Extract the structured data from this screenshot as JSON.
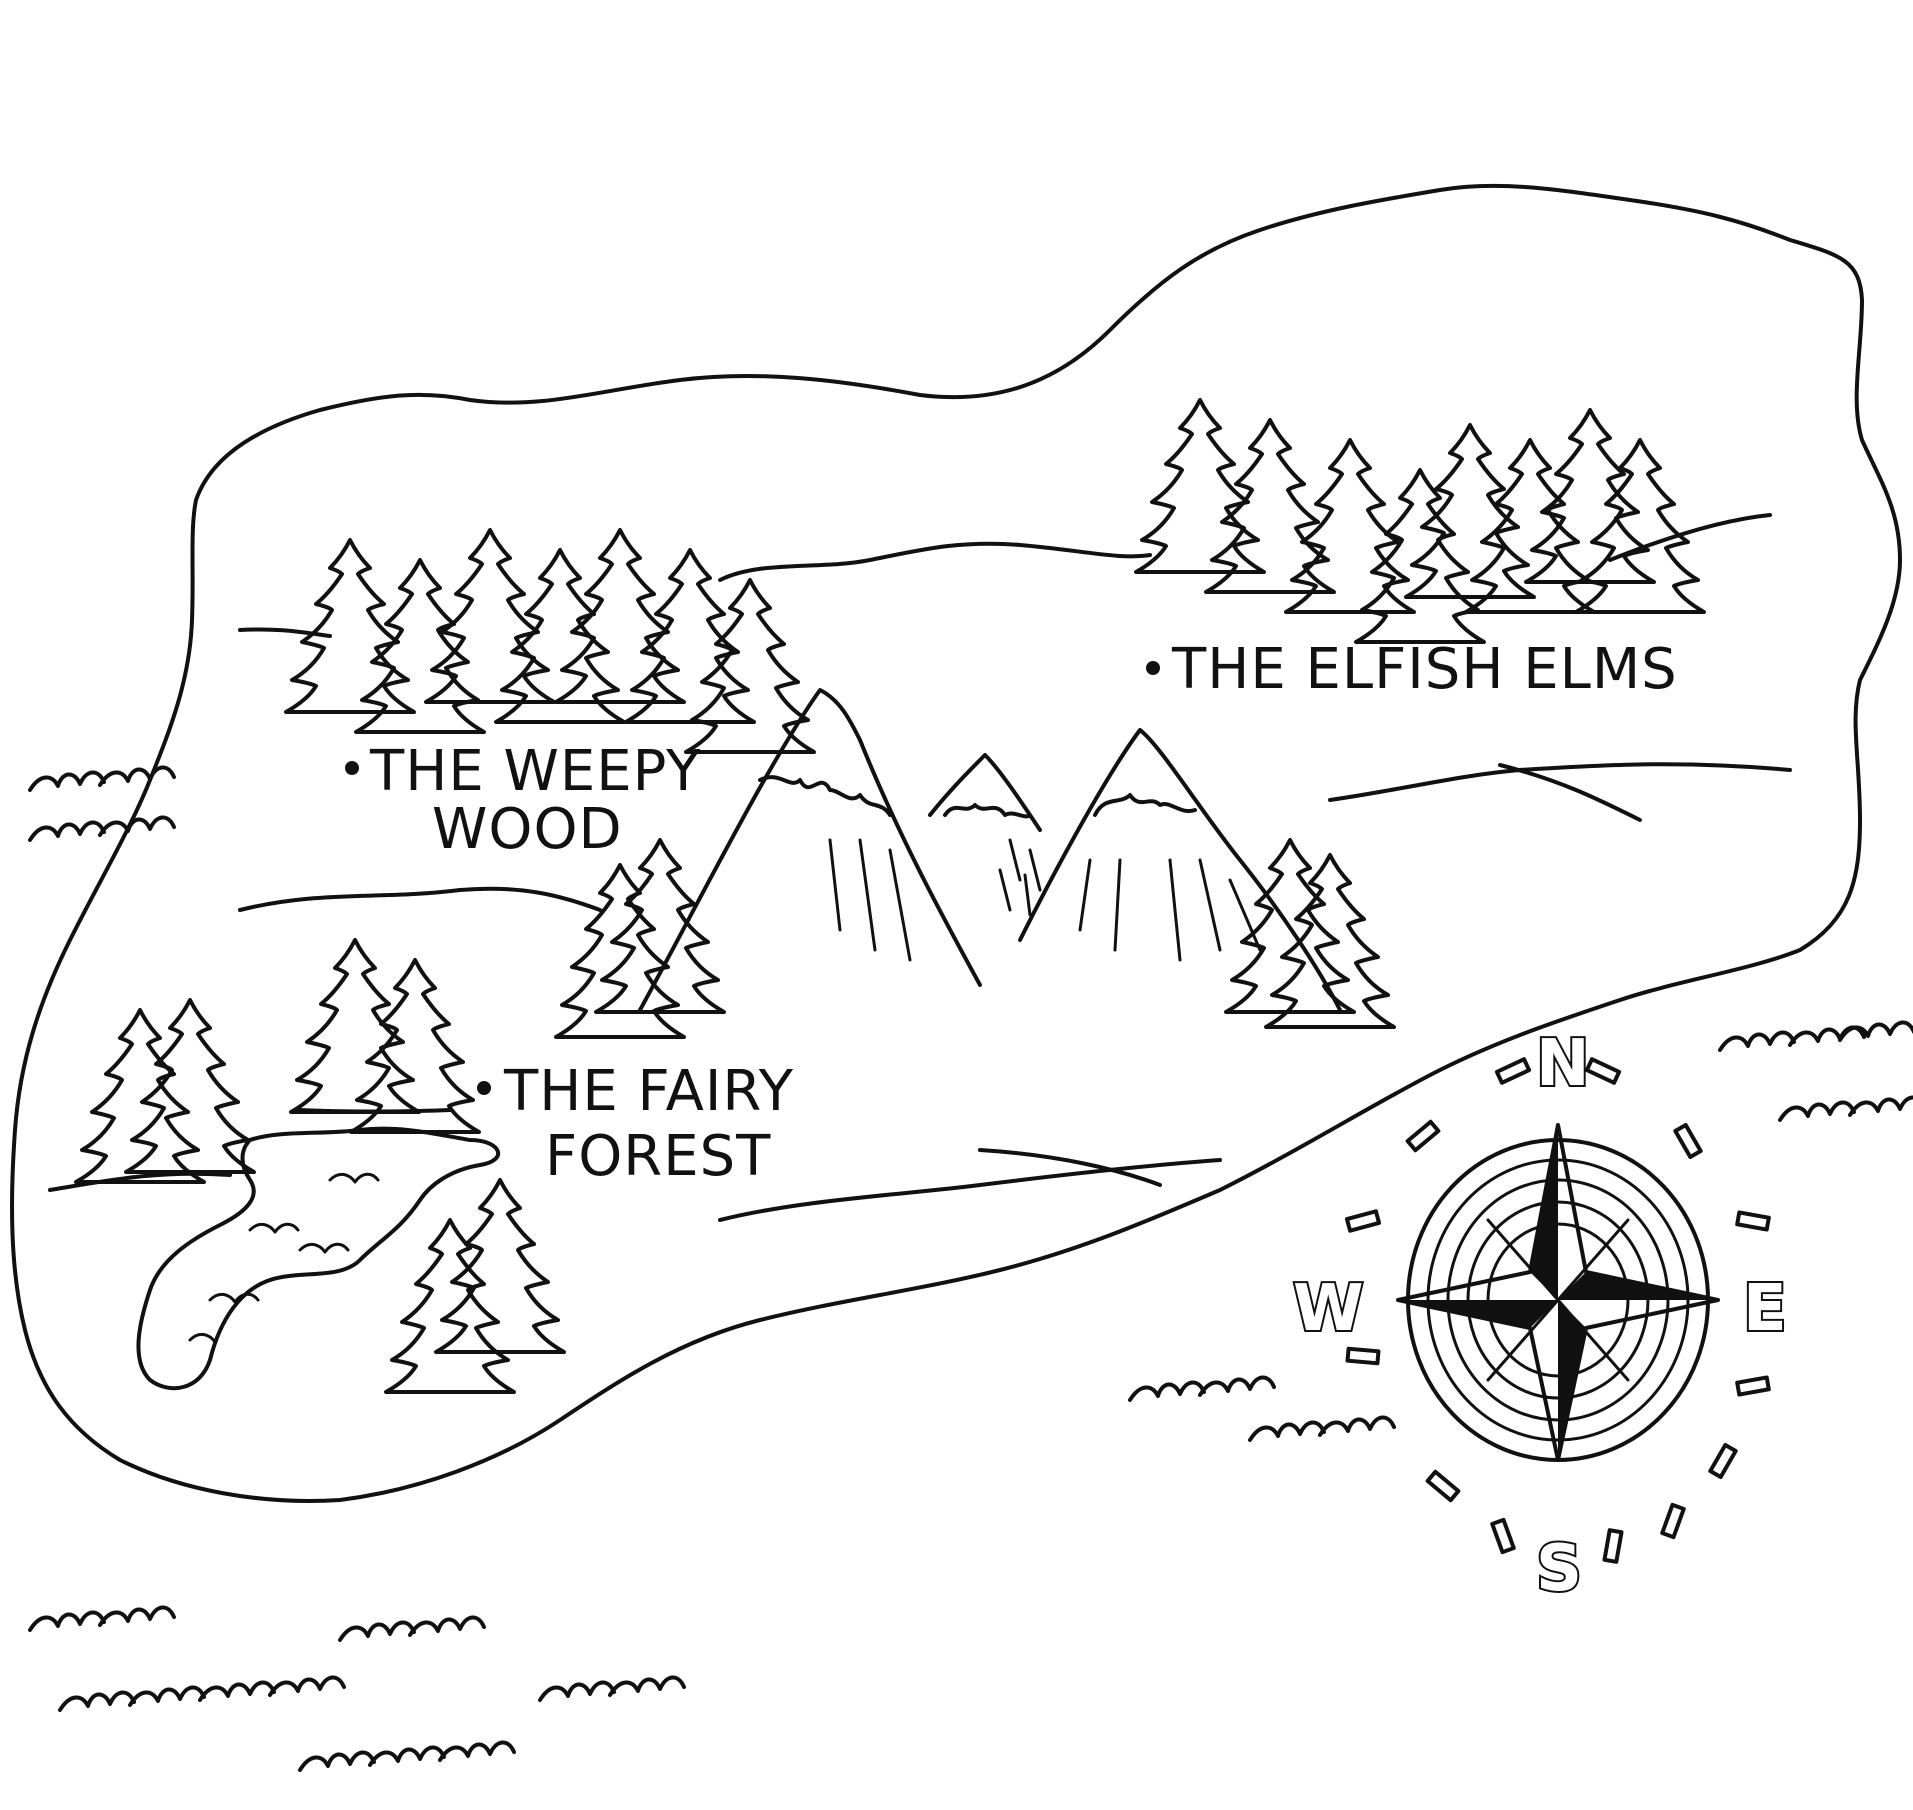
{
  "map": {
    "ink_color": "#111111",
    "background_color": "#ffffff",
    "places": [
      {
        "id": "weepy-wood",
        "lines": [
          "THE WEEPY",
          "WOOD"
        ]
      },
      {
        "id": "elfish-elms",
        "lines": [
          "THE ELFISH ELMS"
        ]
      },
      {
        "id": "fairy-forest",
        "lines": [
          "THE FAIRY",
          "FOREST"
        ]
      }
    ],
    "compass": {
      "north": "N",
      "east": "E",
      "south": "S",
      "west": "W"
    },
    "icons": [
      "tree-icon",
      "mountain-icon",
      "wave-icon",
      "lake-icon",
      "compass-rose-icon"
    ]
  }
}
